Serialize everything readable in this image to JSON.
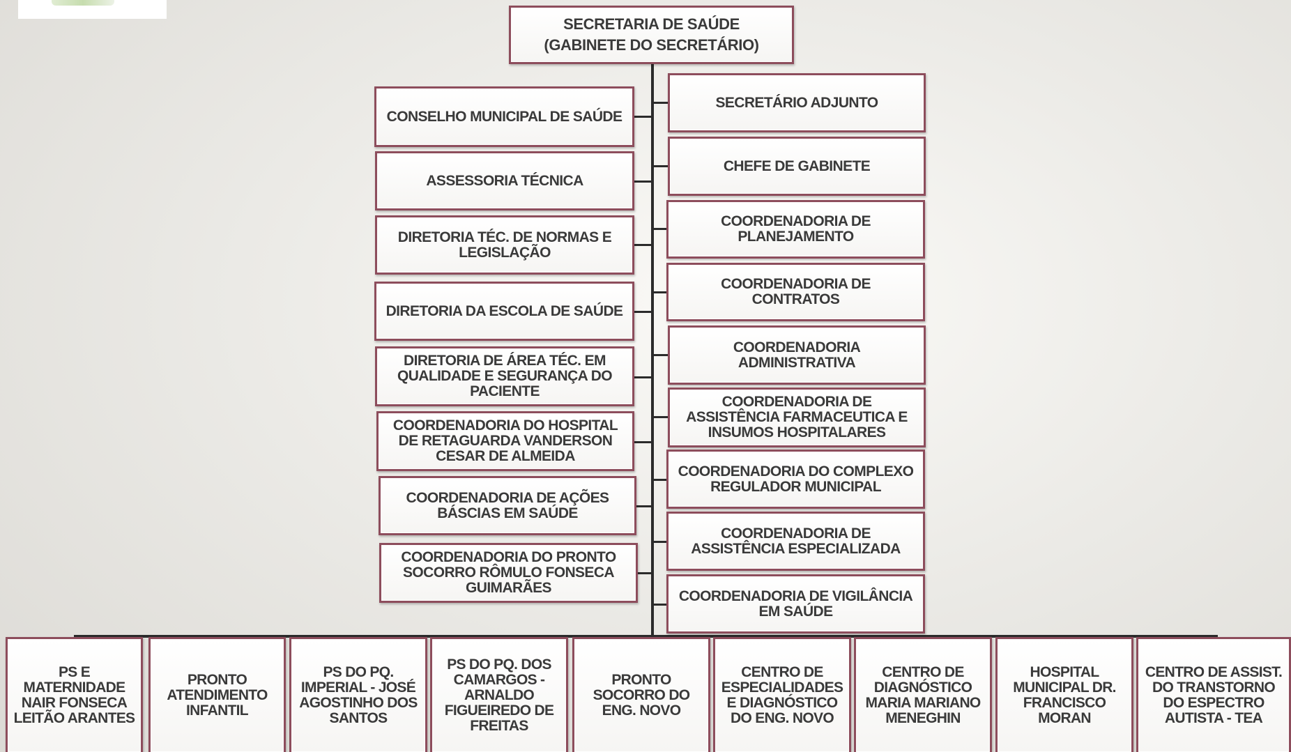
{
  "chart_title": "SECRETARIA DE SAÚDE\n(GABINETE DO SECRETÁRIO)",
  "left_column": [
    "CONSELHO MUNICIPAL DE SAÚDE",
    "ASSESSORIA TÉCNICA",
    "DIRETORIA TÉC. DE NORMAS E\nLEGISLAÇÃO",
    "DIRETORIA DA ESCOLA DE SAÚDE",
    "DIRETORIA DE ÁREA TÉC. EM\nQUALIDADE E SEGURANÇA DO\nPACIENTE",
    "COORDENADORIA DO HOSPITAL\nDE RETAGUARDA VANDERSON\nCESAR DE ALMEIDA",
    "COORDENADORIA DE AÇÕES\nBÁSCIAS EM SAÚDE",
    "COORDENADORIA DO   PRONTO\nSOCORRO RÔMULO FONSECA\nGUIMARÃES"
  ],
  "right_column": [
    "SECRETÁRIO ADJUNTO",
    "CHEFE DE GABINETE",
    "COORDENADORIA DE\nPLANEJAMENTO",
    "COORDENADORIA DE\nCONTRATOS",
    "COORDENADORIA\nADMINISTRATIVA",
    "COORDENADORIA DE\nASSISTÊNCIA FARMACEUTICA E\nINSUMOS HOSPITALARES",
    "COORDENADORIA DO COMPLEXO\nREGULADOR MUNICIPAL",
    "COORDENADORIA DE\nASSISTÊNCIA ESPECIALIZADA",
    "COORDENADORIA DE VIGILÂNCIA\nEM SAÚDE"
  ],
  "bottom_row": [
    "PS E\nMATERNIDADE\nNAIR FONSECA\nLEITÃO ARANTES",
    "PRONTO\nATENDIMENTO\nINFANTIL",
    "PS DO PQ.\nIMPERIAL - JOSÉ\nAGOSTINHO DOS\nSANTOS",
    "PS DO PQ. DOS\nCAMARGOS -\nARNALDO\nFIGUEIREDO DE\nFREITAS",
    "PRONTO\nSOCORRO DO\nENG. NOVO",
    "CENTRO DE\nESPECIALIDADES\nE DIAGNÓSTICO\nDO ENG. NOVO",
    "CENTRO DE\nDIAGNÓSTICO\nMARIA MARIANO\nMENEGHIN",
    "HOSPITAL\nMUNICIPAL DR.\nFRANCISCO\nMORAN",
    "CENTRO DE ASSIST.\nDO TRANSTORNO\nDO ESPECTRO\nAUTISTA - TEA"
  ],
  "colors": {
    "box_border": "#8d4d5c",
    "connector": "#2b2b2b",
    "text": "#3a3a3a"
  }
}
